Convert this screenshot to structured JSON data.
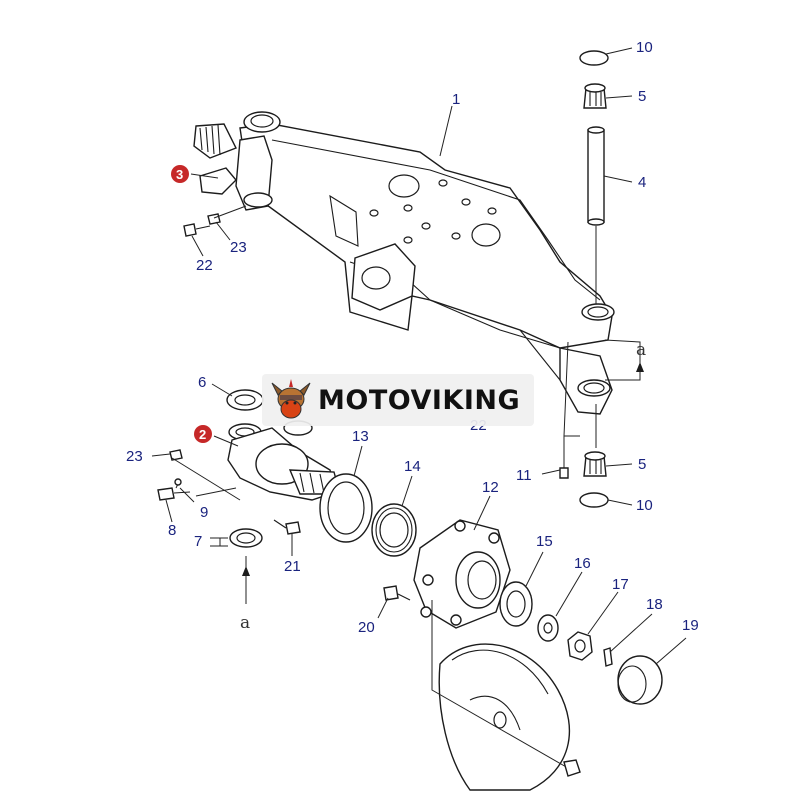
{
  "watermark": {
    "text": "MOTOVIKING",
    "logo_icon": "viking-head-icon"
  },
  "colors": {
    "callout": "#1a237e",
    "badge": "#c62828",
    "line": "#1c1c1c"
  },
  "callouts": {
    "c1": "1",
    "c3": "3",
    "c22a": "22",
    "c23a": "23",
    "c10a": "10",
    "c5a": "5",
    "c4": "4",
    "c6": "6",
    "c2": "2",
    "c23b": "23",
    "c8": "8",
    "c9": "9",
    "c7": "7",
    "c21": "21",
    "c13": "13",
    "c14": "14",
    "c12": "12",
    "c22b": "22",
    "c11": "11",
    "c5b": "5",
    "c10b": "10",
    "c15": "15",
    "c16": "16",
    "c17": "17",
    "c18": "18",
    "c19": "19",
    "c20": "20"
  },
  "arrow_labels": {
    "a1": "a",
    "a2": "a"
  }
}
